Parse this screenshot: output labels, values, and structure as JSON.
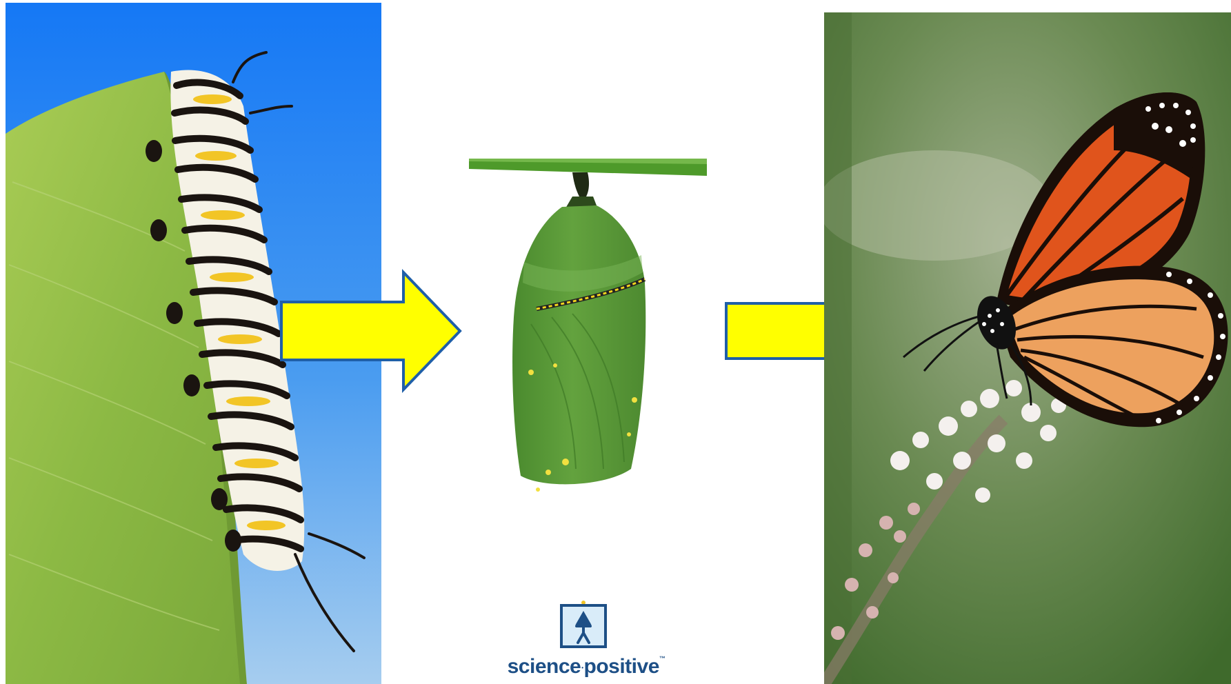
{
  "diagram": {
    "stages": [
      {
        "id": "caterpillar",
        "picture": "monarch-caterpillar-on-leaf"
      },
      {
        "id": "chrysalis",
        "picture": "green-monarch-chrysalis"
      },
      {
        "id": "butterfly",
        "picture": "monarch-butterfly-on-flower"
      }
    ],
    "arrows": [
      {
        "from": "caterpillar",
        "to": "chrysalis",
        "color": "#ffff00",
        "stroke": "#1f5fa8"
      },
      {
        "from": "chrysalis",
        "to": "butterfly",
        "color": "#ffff00",
        "stroke": "#1f5fa8"
      }
    ]
  },
  "logo": {
    "word1": "science",
    "word2": "positive",
    "tm": "™",
    "color": "#1d4f86",
    "icon": "stick-figure-icon"
  },
  "colors": {
    "sky_top": "#1a7ff5",
    "sky_bottom": "#9ac8ef",
    "leaf": "#8ab83c",
    "chrysalis": "#5a9a38",
    "arrow_fill": "#ffff00",
    "arrow_stroke": "#1f5fa8"
  }
}
